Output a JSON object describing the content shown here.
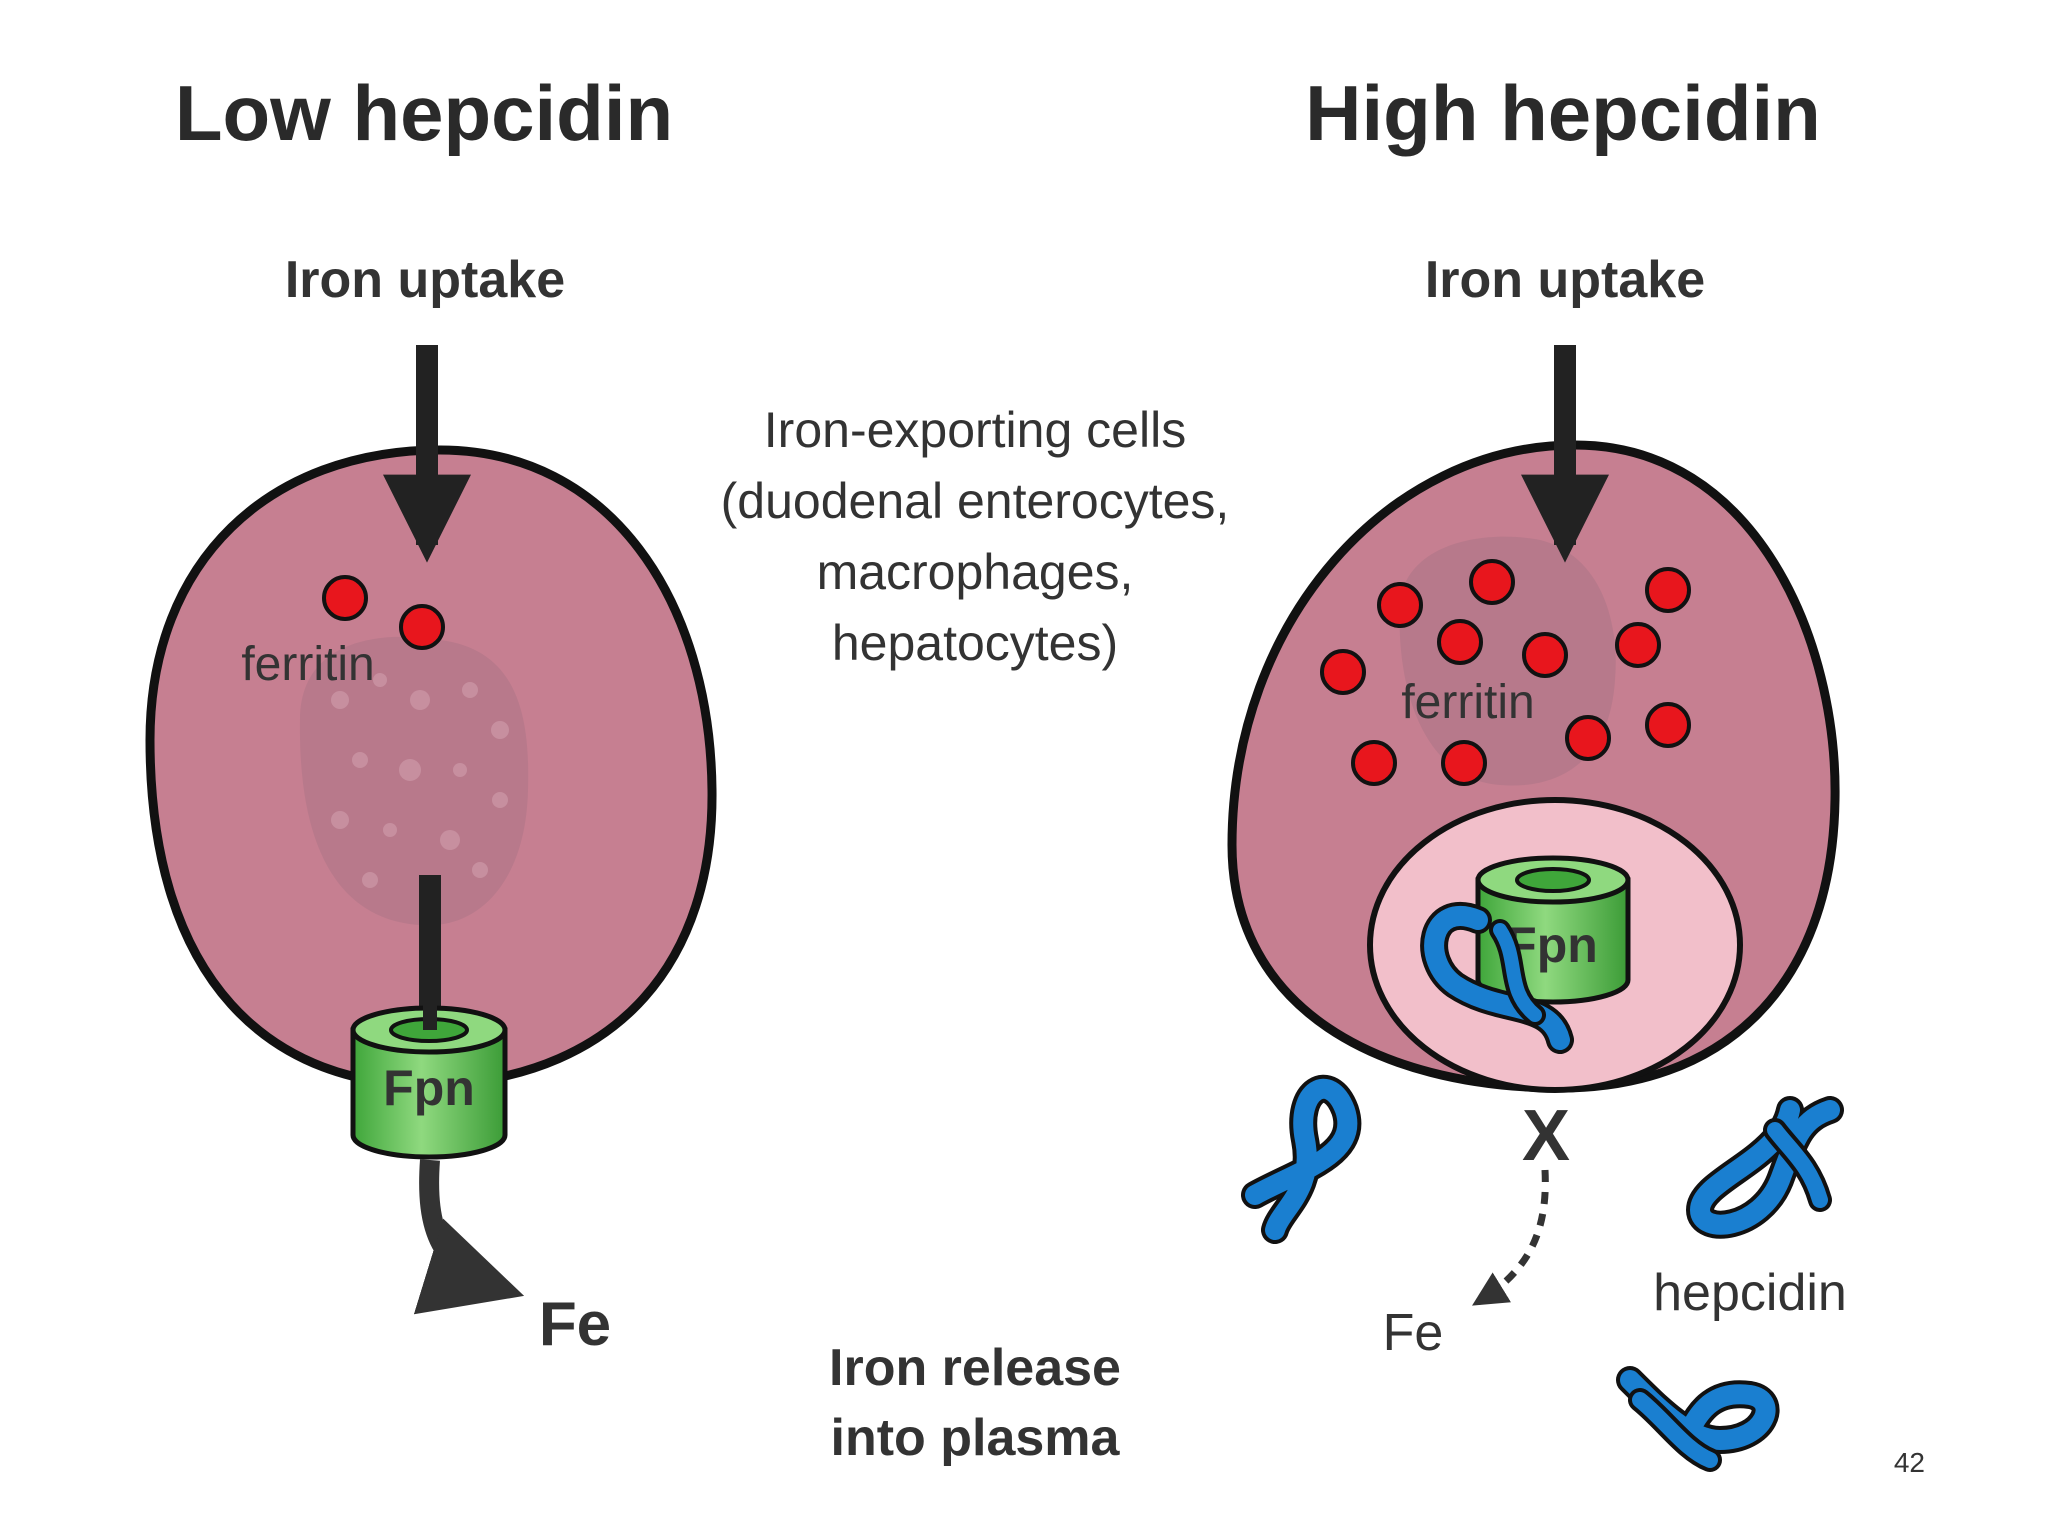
{
  "left_panel": {
    "title": "Low hepcidin",
    "uptake_label": "Iron uptake",
    "ferritin_label": "ferritin",
    "fpn_label": "Fpn",
    "fe_label": "Fe"
  },
  "right_panel": {
    "title": "High hepcidin",
    "uptake_label": "Iron uptake",
    "ferritin_label": "ferritin",
    "fpn_label": "Fpn",
    "fe_label": "Fe",
    "hepcidin_label": "hepcidin",
    "blocked_mark": "X"
  },
  "center": {
    "cells_lines": [
      "Iron-exporting cells",
      "(duodenal enterocytes,",
      "macrophages,",
      "hepatocytes)"
    ],
    "release_lines": [
      "Iron release",
      "into plasma"
    ]
  },
  "slide_number": "42",
  "colors": {
    "cell_fill": "#c67f91",
    "nucleus_fill": "#b4788a",
    "ferritin_dot": "#e8161d",
    "fpn_green": "#4fb847",
    "fpn_light": "#8fd97f",
    "hepcidin_blue": "#1a7fd0",
    "vesicle_fill": "#f2bfca"
  }
}
